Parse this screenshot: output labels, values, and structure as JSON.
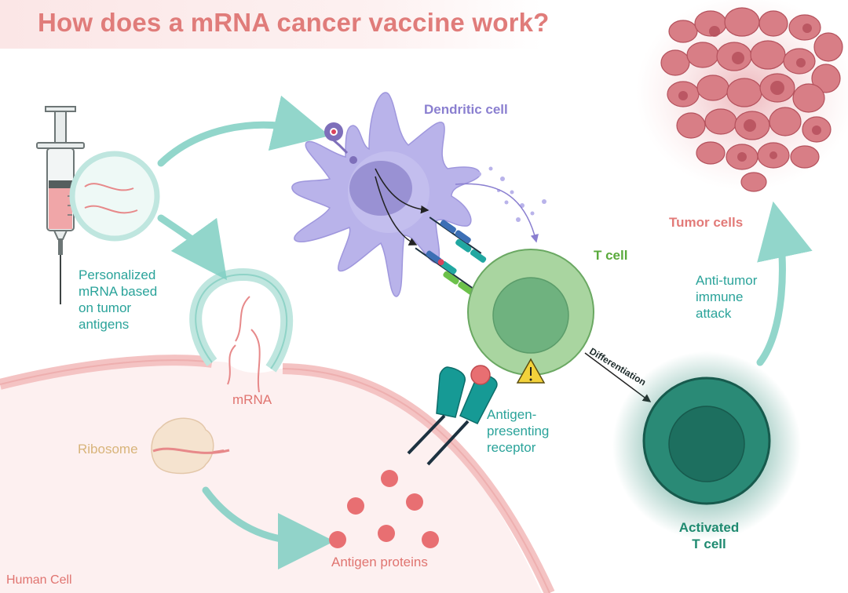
{
  "title": "How does a mRNA cancer vaccine work?",
  "labels": {
    "dendritic_cell": "Dendritic cell",
    "t_cell": "T cell",
    "tumor_cells": "Tumor cells",
    "personalized_mrna": [
      "Personalized",
      "mRNA based",
      "on tumor",
      "antigens"
    ],
    "mrna": "mRNA",
    "ribosome": "Ribosome",
    "antigen_proteins": "Antigen proteins",
    "human_cell": "Human Cell",
    "antigen_presenting_receptor": [
      "Antigen-",
      "presenting",
      "receptor"
    ],
    "differentiation": "Differentiation",
    "anti_tumor_attack": [
      "Anti-tumor",
      "immune",
      "attack"
    ],
    "activated_t_cell": [
      "Activated",
      "T cell"
    ]
  },
  "colors": {
    "title": "#e07c7a",
    "teal_arrow": "#7fcfc3",
    "dendritic": "#b9b3ea",
    "t_cell": "#a9d5a0",
    "activated_t_cell": "#2a8a76",
    "tumor": "#c9616b",
    "human_cell": "#fbeaea"
  },
  "icons": [
    "syringe-icon",
    "warning-icon",
    "mrna-strand-icon",
    "ribosome-icon",
    "receptor-icon"
  ]
}
